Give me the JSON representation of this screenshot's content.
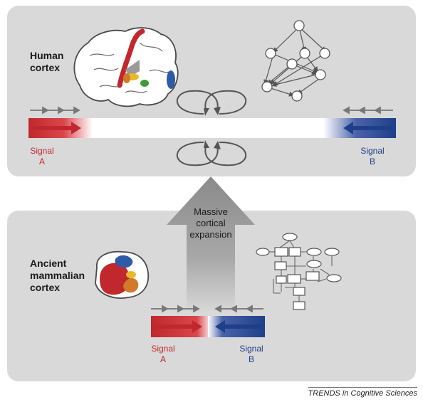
{
  "top_panel": {
    "title_line1": "Human",
    "title_line2": "cortex",
    "signal_a_line1": "Signal",
    "signal_a_line2": "A",
    "signal_b_line1": "Signal",
    "signal_b_line2": "B"
  },
  "bottom_panel": {
    "title_line1": "Ancient",
    "title_line2": "mammalian",
    "title_line3": "cortex",
    "signal_a_line1": "Signal",
    "signal_a_line2": "A",
    "signal_b_line1": "Signal",
    "signal_b_line2": "B"
  },
  "expansion_arrow": {
    "line1": "Massive",
    "line2": "cortical",
    "line3": "expansion"
  },
  "footer": "TRENDS in Cognitive Sciences",
  "colors": {
    "panel": "#d9d9d9",
    "signal_a": "#c0282d",
    "signal_b": "#1f3f8a",
    "arrow_gray": "#8a8a8a"
  }
}
